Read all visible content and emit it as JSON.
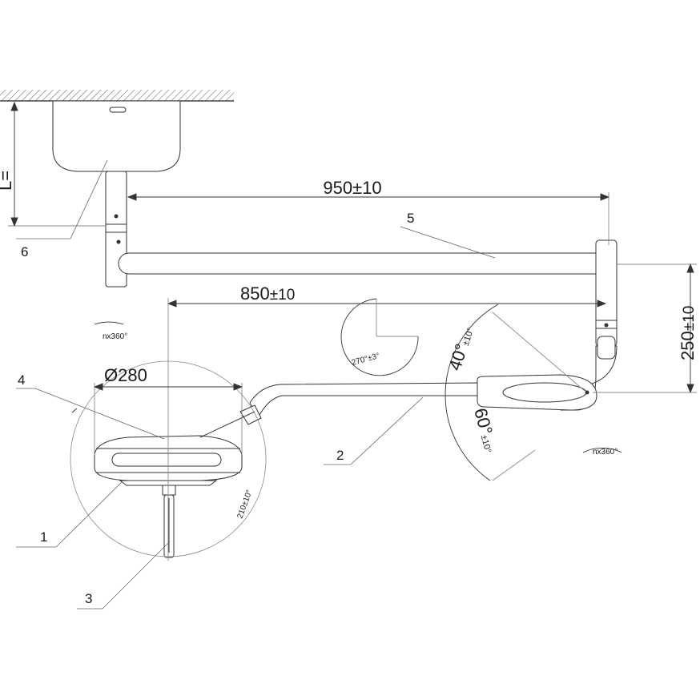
{
  "dimensions": {
    "horizontal_arm": "950±10",
    "spring_arm": {
      "value": "850",
      "tol": "±10"
    },
    "head_diameter": "Ø280",
    "vertical_offset": {
      "value": "250",
      "tol": "±10"
    },
    "head_swing": {
      "value": "210",
      "tol": "±10°"
    },
    "rotation": {
      "value": "270°",
      "tol": "±3°"
    },
    "up_angle": {
      "value": "40°",
      "tol": "±10°"
    },
    "down_angle": {
      "value": "60°",
      "tol": "±10°"
    },
    "ceiling_length": "L="
  },
  "rotation_badges": [
    "nx360°",
    "nx360°"
  ],
  "part_labels": [
    "1",
    "2",
    "3",
    "4",
    "5",
    "6"
  ]
}
